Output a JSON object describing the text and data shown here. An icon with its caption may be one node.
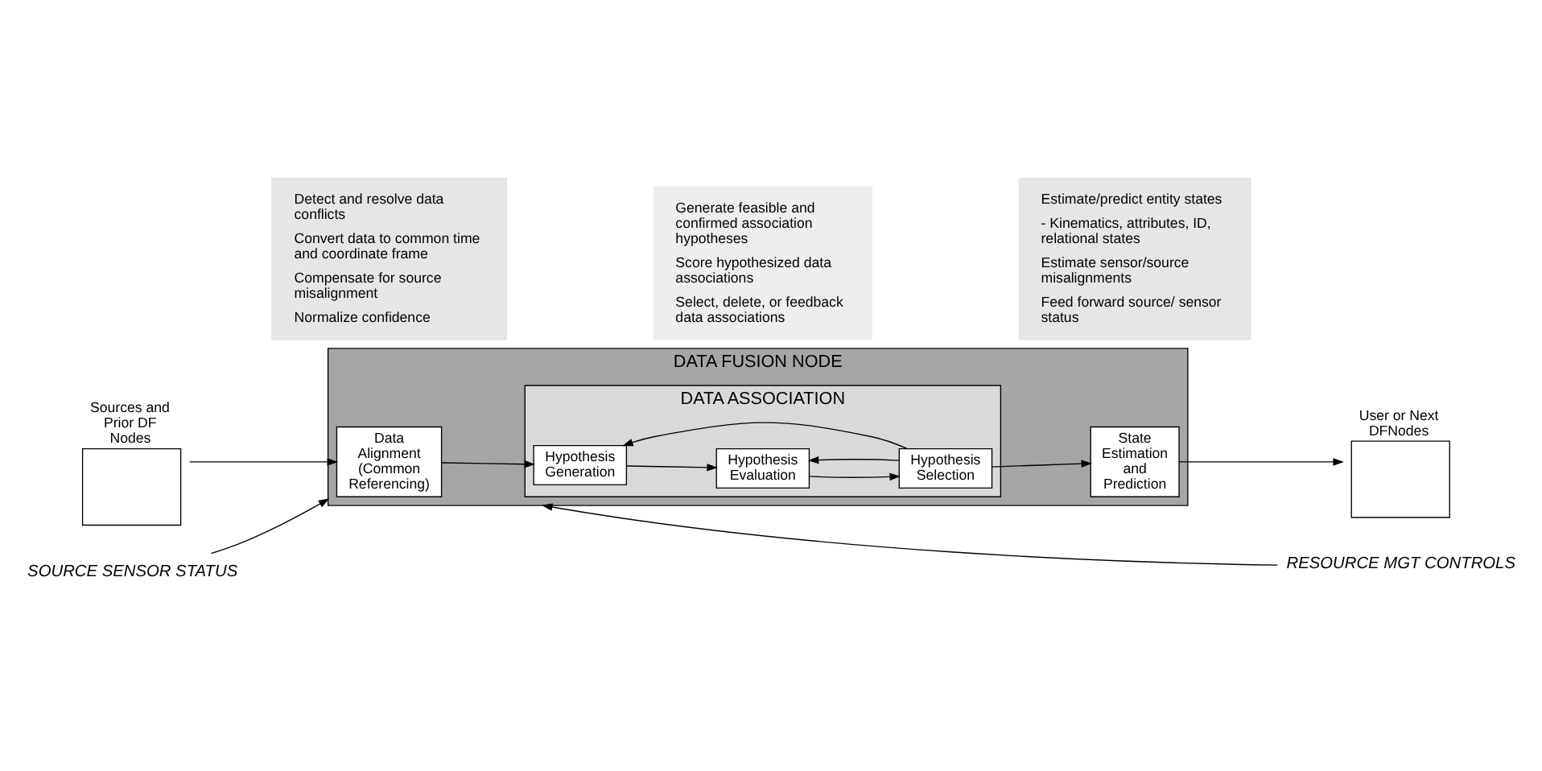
{
  "diagram": {
    "nodes": [
      {
        "text": [
          "DATA FUSION NODE"
        ]
      },
      {
        "text": [
          "Sources and Prior DF Nodes"
        ]
      },
      {
        "text": [
          "Data Alignment (Common Referencing)"
        ],
        "in": 0
      },
      {
        "text": [
          "DATA ASSOCIATION"
        ],
        "in": 0
      },
      {
        "text": [
          "Hypothesis Generation"
        ],
        "in": 3
      },
      {
        "text": [
          "Hypothesis Evaluation"
        ],
        "in": 3
      },
      {
        "text": [
          "Hypothesis Selection"
        ],
        "in": 3
      },
      {
        "text": [
          "State Estimation and Prediction"
        ],
        "in": 0
      },
      {
        "text": [
          "User or Next DFNodes"
        ]
      },
      {
        "text": [
          "SOURCE SENSOR STATUS"
        ]
      },
      {
        "text": [
          "RESOURCE MGT CONTROLS"
        ]
      },
      {
        "text": [
          "Detect and resolve data conflicts",
          "Convert data to common time and coordinate frame",
          "Compensate for source misalignment",
          "Normalize confidence"
        ]
      },
      {
        "text": [
          "Generate feasible and confirmed association hypotheses",
          "Score hypothesized data associations",
          "Select, delete, or feedback data associations"
        ]
      },
      {
        "text": [
          "Estimate/predict entity states",
          "- Kinematics, attributes, ID, relational states",
          "Estimate sensor/source misalignments",
          "Feed forward source/ sensor status"
        ]
      }
    ],
    "edges": [
      {
        "from": 1,
        "to": 2,
        "arrow": "to"
      },
      {
        "from": 2,
        "to": 4,
        "arrow": "to"
      },
      {
        "from": 4,
        "to": 5,
        "arrow": "to"
      },
      {
        "from": 5,
        "to": 6,
        "arrow": "to"
      },
      {
        "from": 6,
        "to": 4,
        "arrow": "to"
      },
      {
        "from": 6,
        "to": 5,
        "arrow": "to"
      },
      {
        "from": 6,
        "to": 7,
        "arrow": "to"
      },
      {
        "from": 7,
        "to": 8,
        "arrow": "to"
      },
      {
        "from": 9,
        "to": 0,
        "arrow": "to"
      },
      {
        "from": 10,
        "to": 0,
        "arrow": "to"
      }
    ]
  }
}
